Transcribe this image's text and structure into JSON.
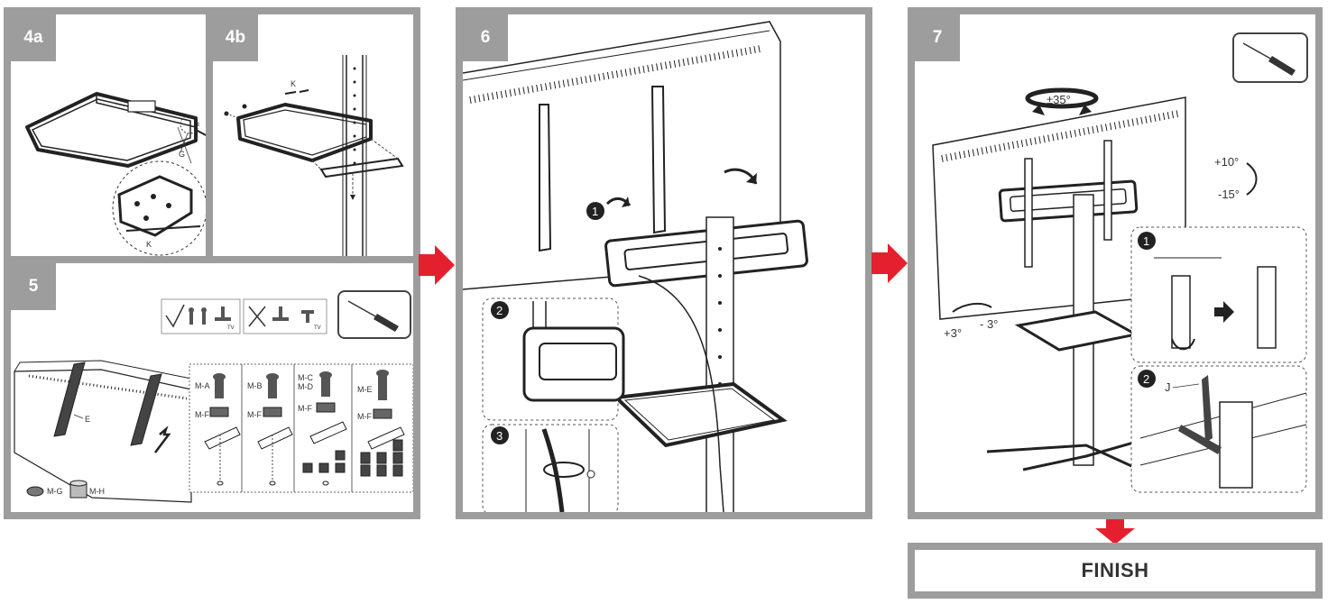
{
  "steps": {
    "s4a": {
      "label": "4a",
      "part_labels": [
        "G",
        "K"
      ]
    },
    "s4b": {
      "label": "4b",
      "part_labels": [
        "K"
      ]
    },
    "s5": {
      "label": "5",
      "part_labels": [
        "E"
      ],
      "screws": [
        "M-A",
        "M-F",
        "M-B",
        "M-F",
        "M-C",
        "M-D",
        "M-F",
        "M-E",
        "M-F"
      ],
      "spacers": [
        "M-G",
        "M-H"
      ],
      "tv_mark": "TV"
    },
    "s6": {
      "label": "6",
      "callouts": [
        "1",
        "2",
        "3"
      ]
    },
    "s7": {
      "label": "7",
      "swivel": "±35°",
      "tilt_up": "+10°",
      "tilt_down": "-15°",
      "level_plus": "+3°",
      "level_minus": "- 3°",
      "callouts": [
        "1",
        "2"
      ],
      "part_labels": [
        "J"
      ]
    }
  },
  "finish_label": "FINISH",
  "colors": {
    "frame": "#9d9d9d",
    "arrow": "#e5202e",
    "ink": "#333333"
  },
  "icons": [
    "screwdriver-icon",
    "arrow-right-icon",
    "arrow-down-icon",
    "check-icon",
    "cross-icon"
  ]
}
